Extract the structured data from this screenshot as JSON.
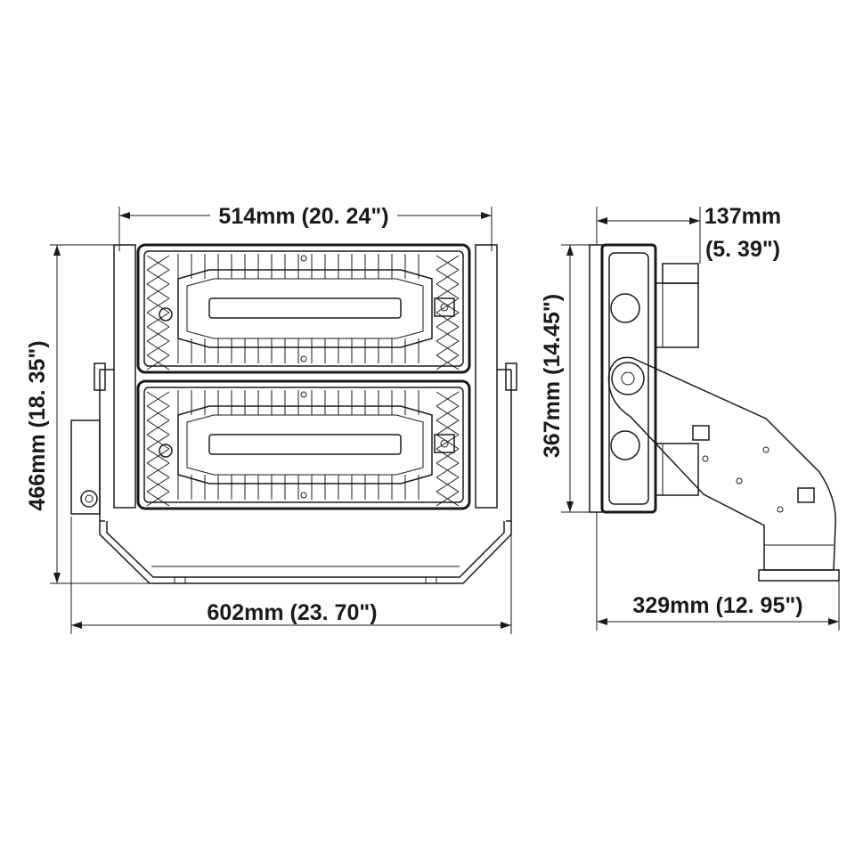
{
  "dimensions": {
    "front_top_width": "514mm (20. 24\")",
    "front_bottom_width": "602mm (23. 70\")",
    "front_height": "466mm (18. 35\")",
    "side_height": "367mm (14.45\")",
    "side_depth_top_line1": "137mm",
    "side_depth_top_line2": "(5. 39\")",
    "side_bottom_width": "329mm (12. 95\")"
  }
}
